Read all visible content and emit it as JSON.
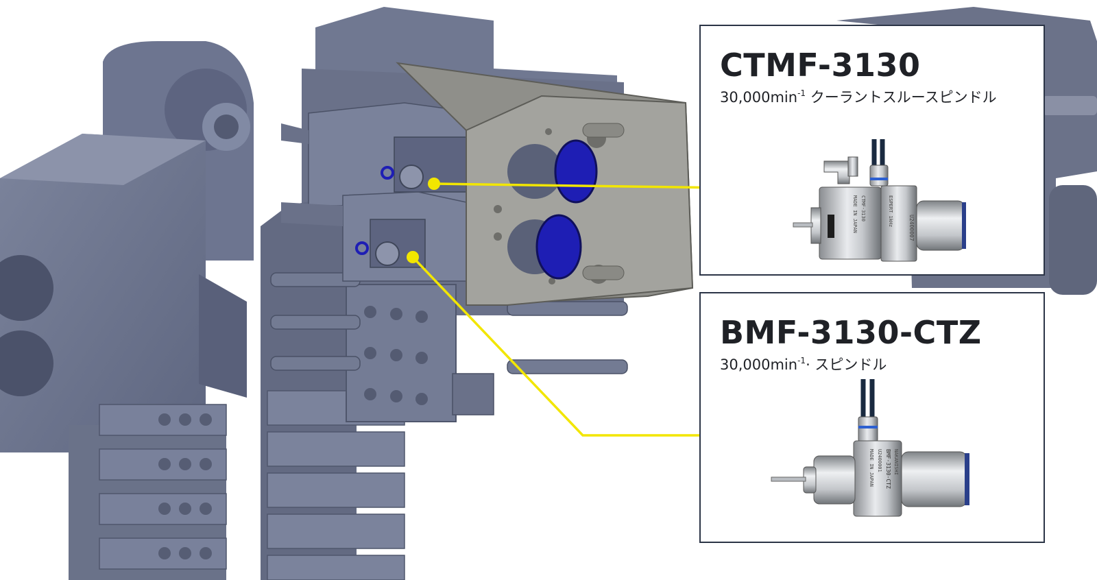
{
  "products": [
    {
      "model": "CTMF-3130",
      "spec_speed": "30,000min",
      "spec_exponent": "-1",
      "spec_desc": " クーラントスルースピンドル",
      "engraving": {
        "top": "U2400007",
        "mid1": "ESPERT 1kHz",
        "mid2": "CTMF-3130",
        "mid3": "MADE IN JAPAN"
      }
    },
    {
      "model": "BMF-3130-CTZ",
      "spec_speed": "30,000min",
      "spec_exponent": "-1",
      "spec_desc": "· スピンドル",
      "engraving": {
        "top": "NAKANISHI",
        "mid1": "BMF-3130-CTZ",
        "mid2": "U2400001",
        "mid3": "MADE IN JAPAN"
      }
    }
  ],
  "colors": {
    "leader_line": "#f2e600",
    "machine_metal": "#6f7891",
    "machine_dark": "#4b5266",
    "spindle_blue": "#1e1eb4",
    "plate_gray": "#9c9c98",
    "box_border": "#2b3446"
  }
}
